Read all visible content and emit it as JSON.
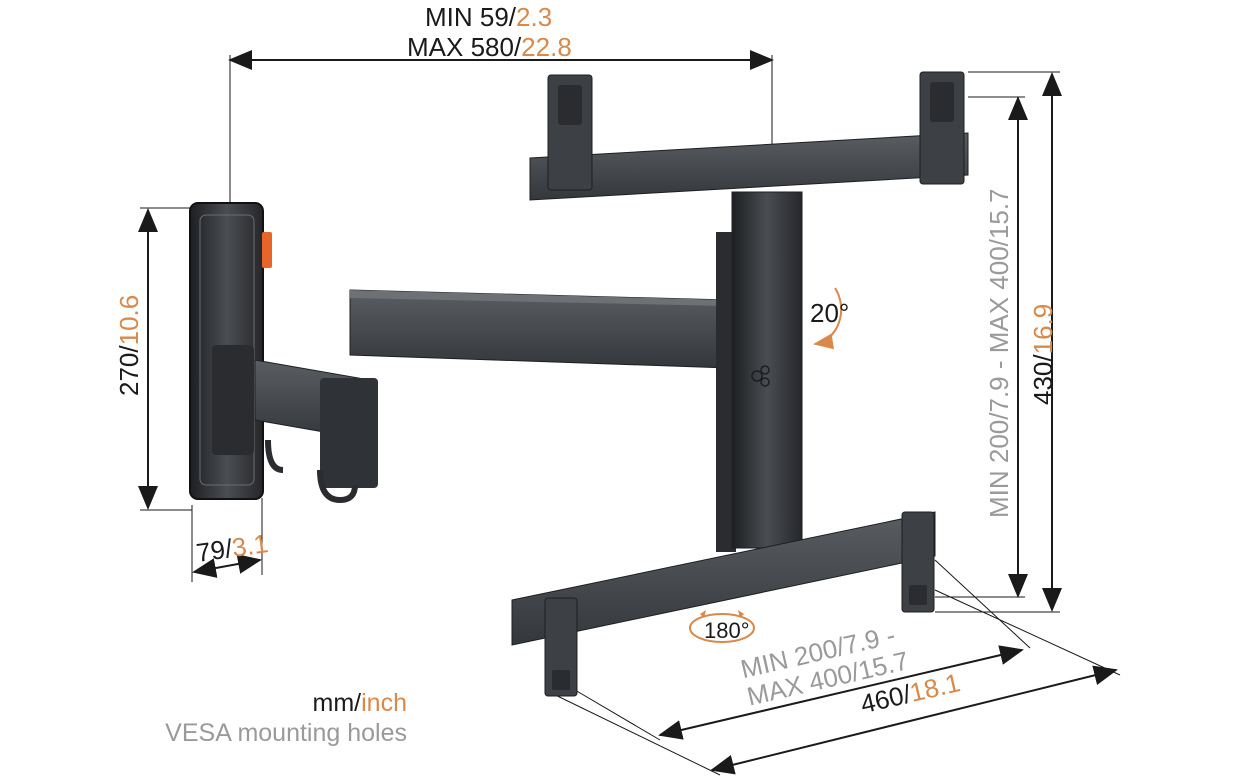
{
  "colors": {
    "metal": "#3d4044",
    "metal_dark": "#2a2c2f",
    "metal_light": "#5a5d62",
    "accent": "#d9894a",
    "dimension_line": "#1a1a1a",
    "vesa_grey": "#9a9a9a",
    "orange_tab": "#e8652a"
  },
  "dimensions": {
    "arm_extension": {
      "min_mm": "MIN 59/",
      "min_in": "2.3",
      "max_mm": "MAX 580/",
      "max_in": "22.8"
    },
    "wall_plate_height": {
      "mm": "270/",
      "in": "10.6"
    },
    "wall_plate_depth": {
      "mm": "79/",
      "in": "3.1"
    },
    "total_height": {
      "mm": "430/",
      "in": "16.9"
    },
    "vesa_vertical": {
      "text": "MIN 200/7.9 - MAX 400/15.7"
    },
    "vesa_horizontal": {
      "line1": "MIN 200/7.9 -",
      "line2": "MAX 400/15.7"
    },
    "total_width": {
      "mm": "460/",
      "in": "18.1"
    }
  },
  "rotation": {
    "tilt": "20°",
    "rotate": "180°"
  },
  "legend": {
    "unit_mm": "mm/",
    "unit_in": "inch",
    "vesa_note": "VESA mounting holes"
  }
}
